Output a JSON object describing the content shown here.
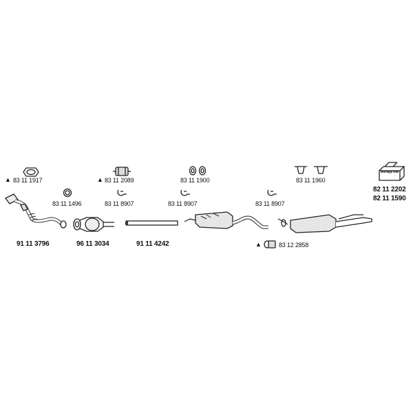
{
  "parts": {
    "seal_1": "83 11 1917",
    "clamp_1": "83 11 2089",
    "clamp_pair": "83 11 1900",
    "hanger_pair": "83 11 1960",
    "ring": "83 11 1496",
    "clamp_a": "83 11 8907",
    "clamp_b": "83 11 8907",
    "clamp_c": "83 11 8907",
    "kit_1": "82 11 2202",
    "kit_2": "82 11 1590",
    "front_pipe": "91 11 3796",
    "catalyst": "96 11 3034",
    "mid_pipe": "91 11 4242",
    "rear_clamp": "83 12 2858"
  },
  "kit_box_text": "Montage teile",
  "warning_symbol": "▲"
}
